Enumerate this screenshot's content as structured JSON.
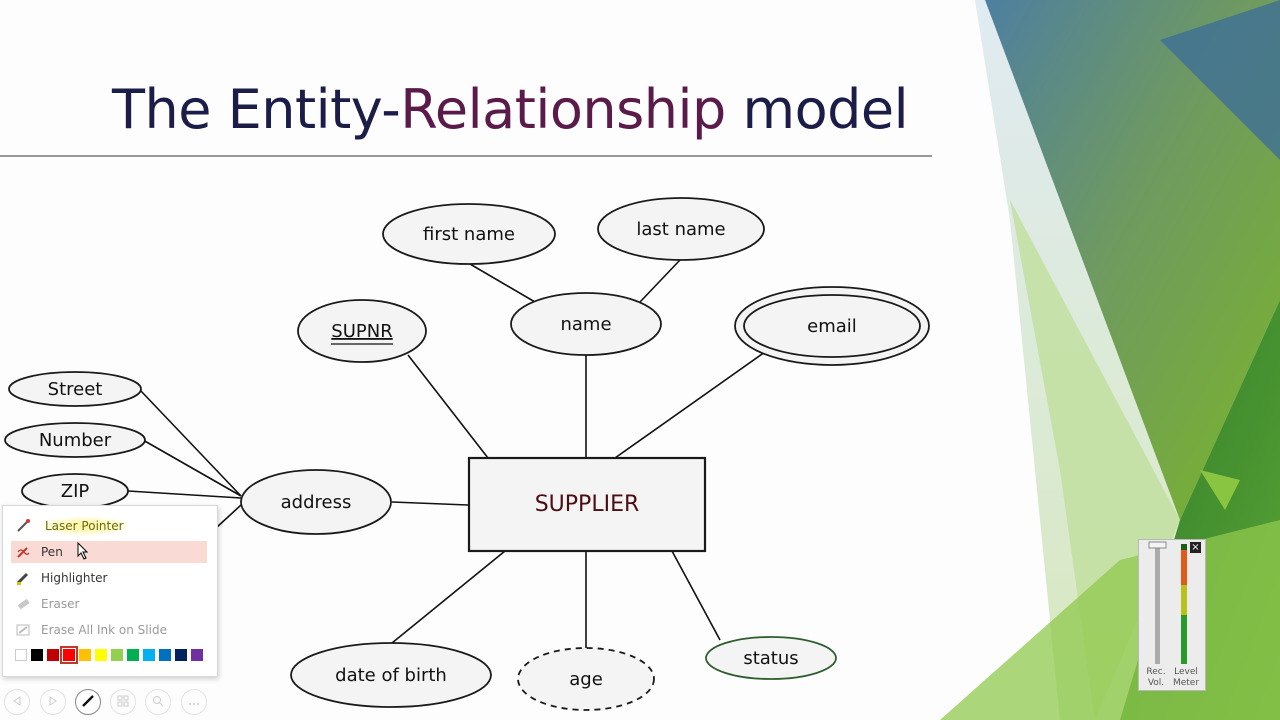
{
  "slide": {
    "title_part1": "The Entity-",
    "title_part2": "Relationship",
    "title_part3": " model"
  },
  "diagram": {
    "entity": "SUPPLIER",
    "attributes": {
      "first_name": "first name",
      "last_name": "last name",
      "name": "name",
      "supnr": "SUPNR",
      "email": "email",
      "street": "Street",
      "number": "Number",
      "zip": "ZIP",
      "address": "address",
      "date_of_birth": "date of birth",
      "age": "age",
      "status": "status"
    }
  },
  "pen_menu": {
    "items": [
      {
        "label": "Laser Pointer",
        "icon": "laser-pointer-icon"
      },
      {
        "label": "Pen",
        "icon": "pen-icon",
        "selected": true
      },
      {
        "label": "Highlighter",
        "icon": "highlighter-icon"
      },
      {
        "label": "Eraser",
        "icon": "eraser-icon",
        "disabled": true
      },
      {
        "label": "Erase All Ink on Slide",
        "icon": "erase-all-icon",
        "disabled": true
      }
    ],
    "colors": [
      "#ffffff",
      "#000000",
      "#c00000",
      "#ff0000",
      "#ffc000",
      "#ffff00",
      "#92d050",
      "#00b050",
      "#00b0f0",
      "#0070c0",
      "#002060",
      "#7030a0"
    ],
    "selected_color": "#ff0000"
  },
  "mixer": {
    "rec_vol_label_1": "Rec.",
    "rec_vol_label_2": "Vol.",
    "level_label_1": "Level",
    "level_label_2": "Meter",
    "close_glyph": "×"
  },
  "colors": {
    "entity_border": "#1a1a1a",
    "status_border": "#2e5e2e",
    "accent_green": "#7ab52a"
  }
}
